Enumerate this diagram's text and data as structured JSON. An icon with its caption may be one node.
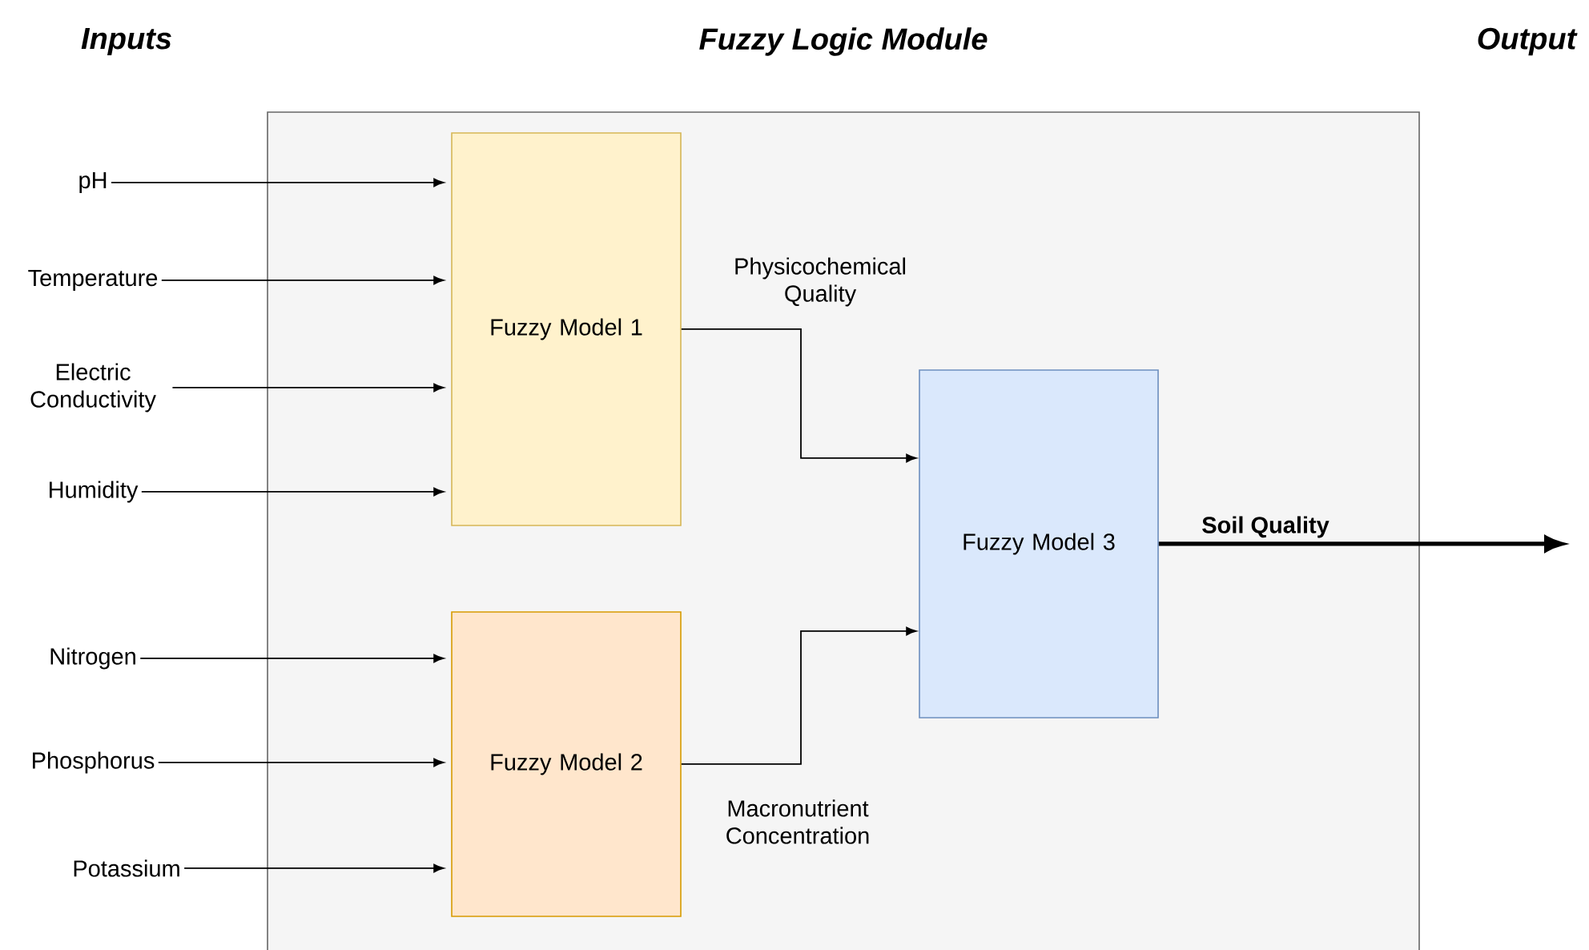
{
  "diagram": {
    "nodes": [
      {
        "text": [
          "Fuzzy Logic Module"
        ]
      },
      {
        "text": [
          "Fuzzy Model 1"
        ],
        "in": 0
      },
      {
        "text": [
          "Fuzzy Model 2"
        ],
        "in": 0
      },
      {
        "text": [
          "Fuzzy Model 3"
        ],
        "in": 0
      },
      {
        "text": [
          "pH"
        ]
      },
      {
        "text": [
          "Temperature"
        ]
      },
      {
        "text": [
          "Electric Conductivity"
        ]
      },
      {
        "text": [
          "Humidity"
        ]
      },
      {
        "text": [
          "Nitrogen"
        ]
      },
      {
        "text": [
          "Phosphorus"
        ]
      },
      {
        "text": [
          "Potassium"
        ]
      }
    ],
    "edges": [
      {
        "from": 4,
        "to": 1,
        "arrow": "to"
      },
      {
        "from": 5,
        "to": 1,
        "arrow": "to"
      },
      {
        "from": 6,
        "to": 1,
        "arrow": "to"
      },
      {
        "from": 7,
        "to": 1,
        "arrow": "to"
      },
      {
        "from": 8,
        "to": 2,
        "arrow": "to"
      },
      {
        "from": 9,
        "to": 2,
        "arrow": "to"
      },
      {
        "from": 10,
        "to": 2,
        "arrow": "to"
      },
      {
        "from": 1,
        "to": 3,
        "arrow": "to",
        "label": "Physicochemical Quality"
      },
      {
        "from": 2,
        "to": 3,
        "arrow": "to",
        "label": "Macronutrient Concentration"
      },
      {
        "from": 3,
        "to": null,
        "arrow": "to",
        "label": "Soil Quality",
        "style": "thick"
      }
    ],
    "labels": [
      "Inputs",
      "Output"
    ]
  }
}
